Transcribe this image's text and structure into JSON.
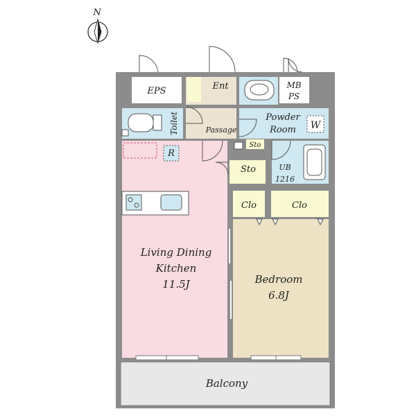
{
  "compass": {
    "north_label": "N"
  },
  "rooms": {
    "eps": "EPS",
    "ent": "Ent",
    "mb": "MB",
    "ps": "PS",
    "toilet": "Toilet",
    "passage": "Passage",
    "powder_line1": "Powder",
    "powder_line2": "Room",
    "washer": "W",
    "sto_small": "Sto",
    "sto": "Sto",
    "ub": "UB",
    "ub_size": "1216",
    "refrigerator": "R",
    "ldk_line1": "Living Dining",
    "ldk_line2": "Kitchen",
    "ldk_size": "11.5J",
    "clo_left": "Clo",
    "clo_right": "Clo",
    "bedroom": "Bedroom",
    "bedroom_size": "6.8J",
    "balcony": "Balcony"
  },
  "colors": {
    "wall": "#8c8c8c",
    "ldk": "#f9dbe2",
    "bedroom": "#ede2c4",
    "wet": "#cfe8f1",
    "storage": "#fafad2",
    "entrance": "#ece3d2",
    "balcony": "#e8e8e8",
    "line": "#555555"
  }
}
